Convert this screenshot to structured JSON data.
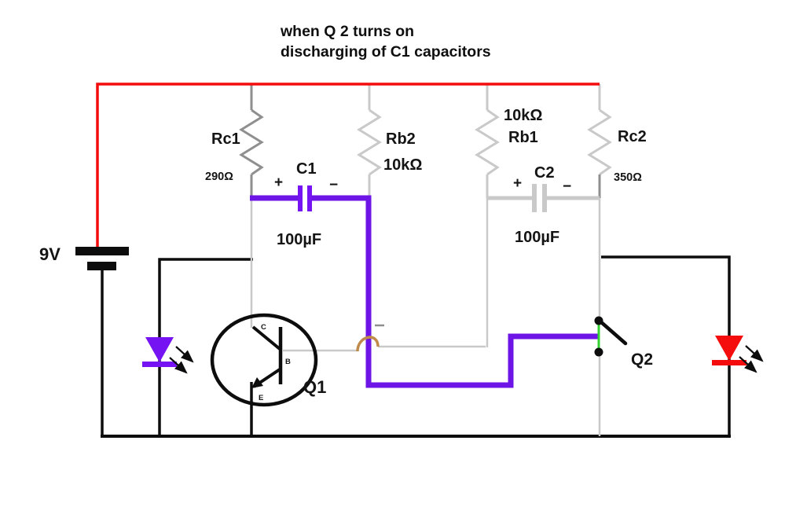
{
  "title": {
    "line1": "when Q 2 turns on",
    "line2": "discharging of C1 capacitors"
  },
  "battery": {
    "voltage": "9V"
  },
  "resistors": {
    "rc1": {
      "name": "Rc1",
      "value": "290Ω"
    },
    "rb2": {
      "name": "Rb2",
      "value": "10kΩ"
    },
    "rb1": {
      "name": "Rb1",
      "value": "10kΩ"
    },
    "rc2": {
      "name": "Rc2",
      "value": "350Ω"
    }
  },
  "capacitors": {
    "c1": {
      "name": "C1",
      "value": "100µF",
      "plus": "+",
      "minus": "−"
    },
    "c2": {
      "name": "C2",
      "value": "100µF",
      "plus": "+",
      "minus": "−"
    }
  },
  "transistors": {
    "q1": {
      "name": "Q1",
      "collector": "C",
      "base": "B",
      "emitter": "E"
    },
    "q2": {
      "name": "Q2"
    }
  },
  "colors": {
    "wire-red": "#f40b0b",
    "wire-black": "#0d0d0d",
    "wire-gray": "#c9c9c9",
    "wire-gray-dark": "#8f8f8f",
    "wire-purple": "#6d14e6",
    "hop-tan": "#bf8a4a",
    "switch-green": "#30d130",
    "led-purple": "#7513f2",
    "led-red": "#f50d0d"
  }
}
